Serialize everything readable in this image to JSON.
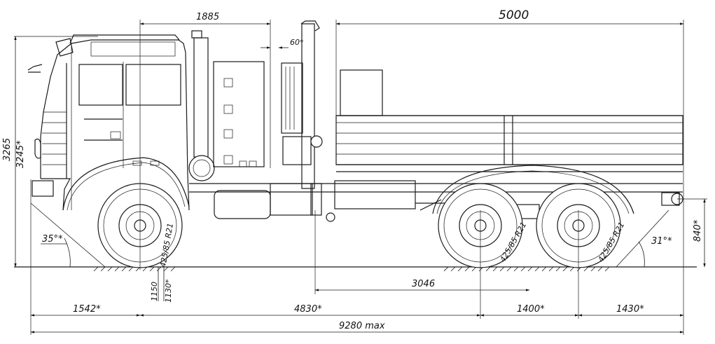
{
  "dimensions": {
    "cab_to_crane": "1885",
    "body_length": "5000",
    "crane_offset": "60*",
    "height_total": "3265",
    "height_alt": "3245*",
    "approach_angle": "35°*",
    "departure_angle": "31°*",
    "hitch_height": "840*",
    "front_clearance_a": "1150",
    "front_clearance_b": "1130*",
    "tire_size_front": "425/85 R21",
    "tire_size_rear1": "425/85 R21",
    "tire_size_rear2": "425/85 R21",
    "crane_to_bogie": "3046",
    "front_overhang": "1542*",
    "wheelbase": "4830*",
    "bogie_spacing": "1400*",
    "rear_overhang": "1430*",
    "total_length": "9280 max"
  }
}
